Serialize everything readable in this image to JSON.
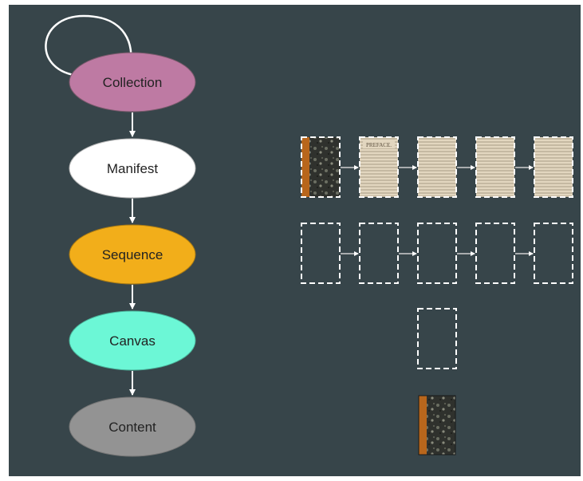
{
  "diagram": {
    "background": "#37454a",
    "line_color": "#ffffff",
    "nodes": [
      {
        "id": "collection",
        "label": "Collection",
        "fill": "#be7aa3",
        "text_color": "#222222"
      },
      {
        "id": "manifest",
        "label": "Manifest",
        "fill": "#ffffff",
        "text_color": "#222222"
      },
      {
        "id": "sequence",
        "label": "Sequence",
        "fill": "#f2ae1a",
        "text_color": "#222222"
      },
      {
        "id": "canvas",
        "label": "Canvas",
        "fill": "#6cf7d6",
        "text_color": "#222222"
      },
      {
        "id": "content",
        "label": "Content",
        "fill": "#939393",
        "text_color": "#222222"
      }
    ],
    "edges": [
      {
        "from": "collection",
        "to": "collection",
        "kind": "self-loop"
      },
      {
        "from": "collection",
        "to": "manifest"
      },
      {
        "from": "manifest",
        "to": "sequence"
      },
      {
        "from": "sequence",
        "to": "canvas"
      },
      {
        "from": "canvas",
        "to": "content"
      }
    ],
    "page_images": [
      {
        "kind": "book-cover"
      },
      {
        "kind": "preface-page",
        "heading": "PREFACE."
      },
      {
        "kind": "text-page"
      },
      {
        "kind": "text-page"
      },
      {
        "kind": "text-page"
      }
    ],
    "content_image": {
      "kind": "book-cover"
    },
    "cover_colors": {
      "spine": "#b8661c",
      "marble": "#2f312d"
    },
    "paper_color": "#e2d6bf"
  }
}
